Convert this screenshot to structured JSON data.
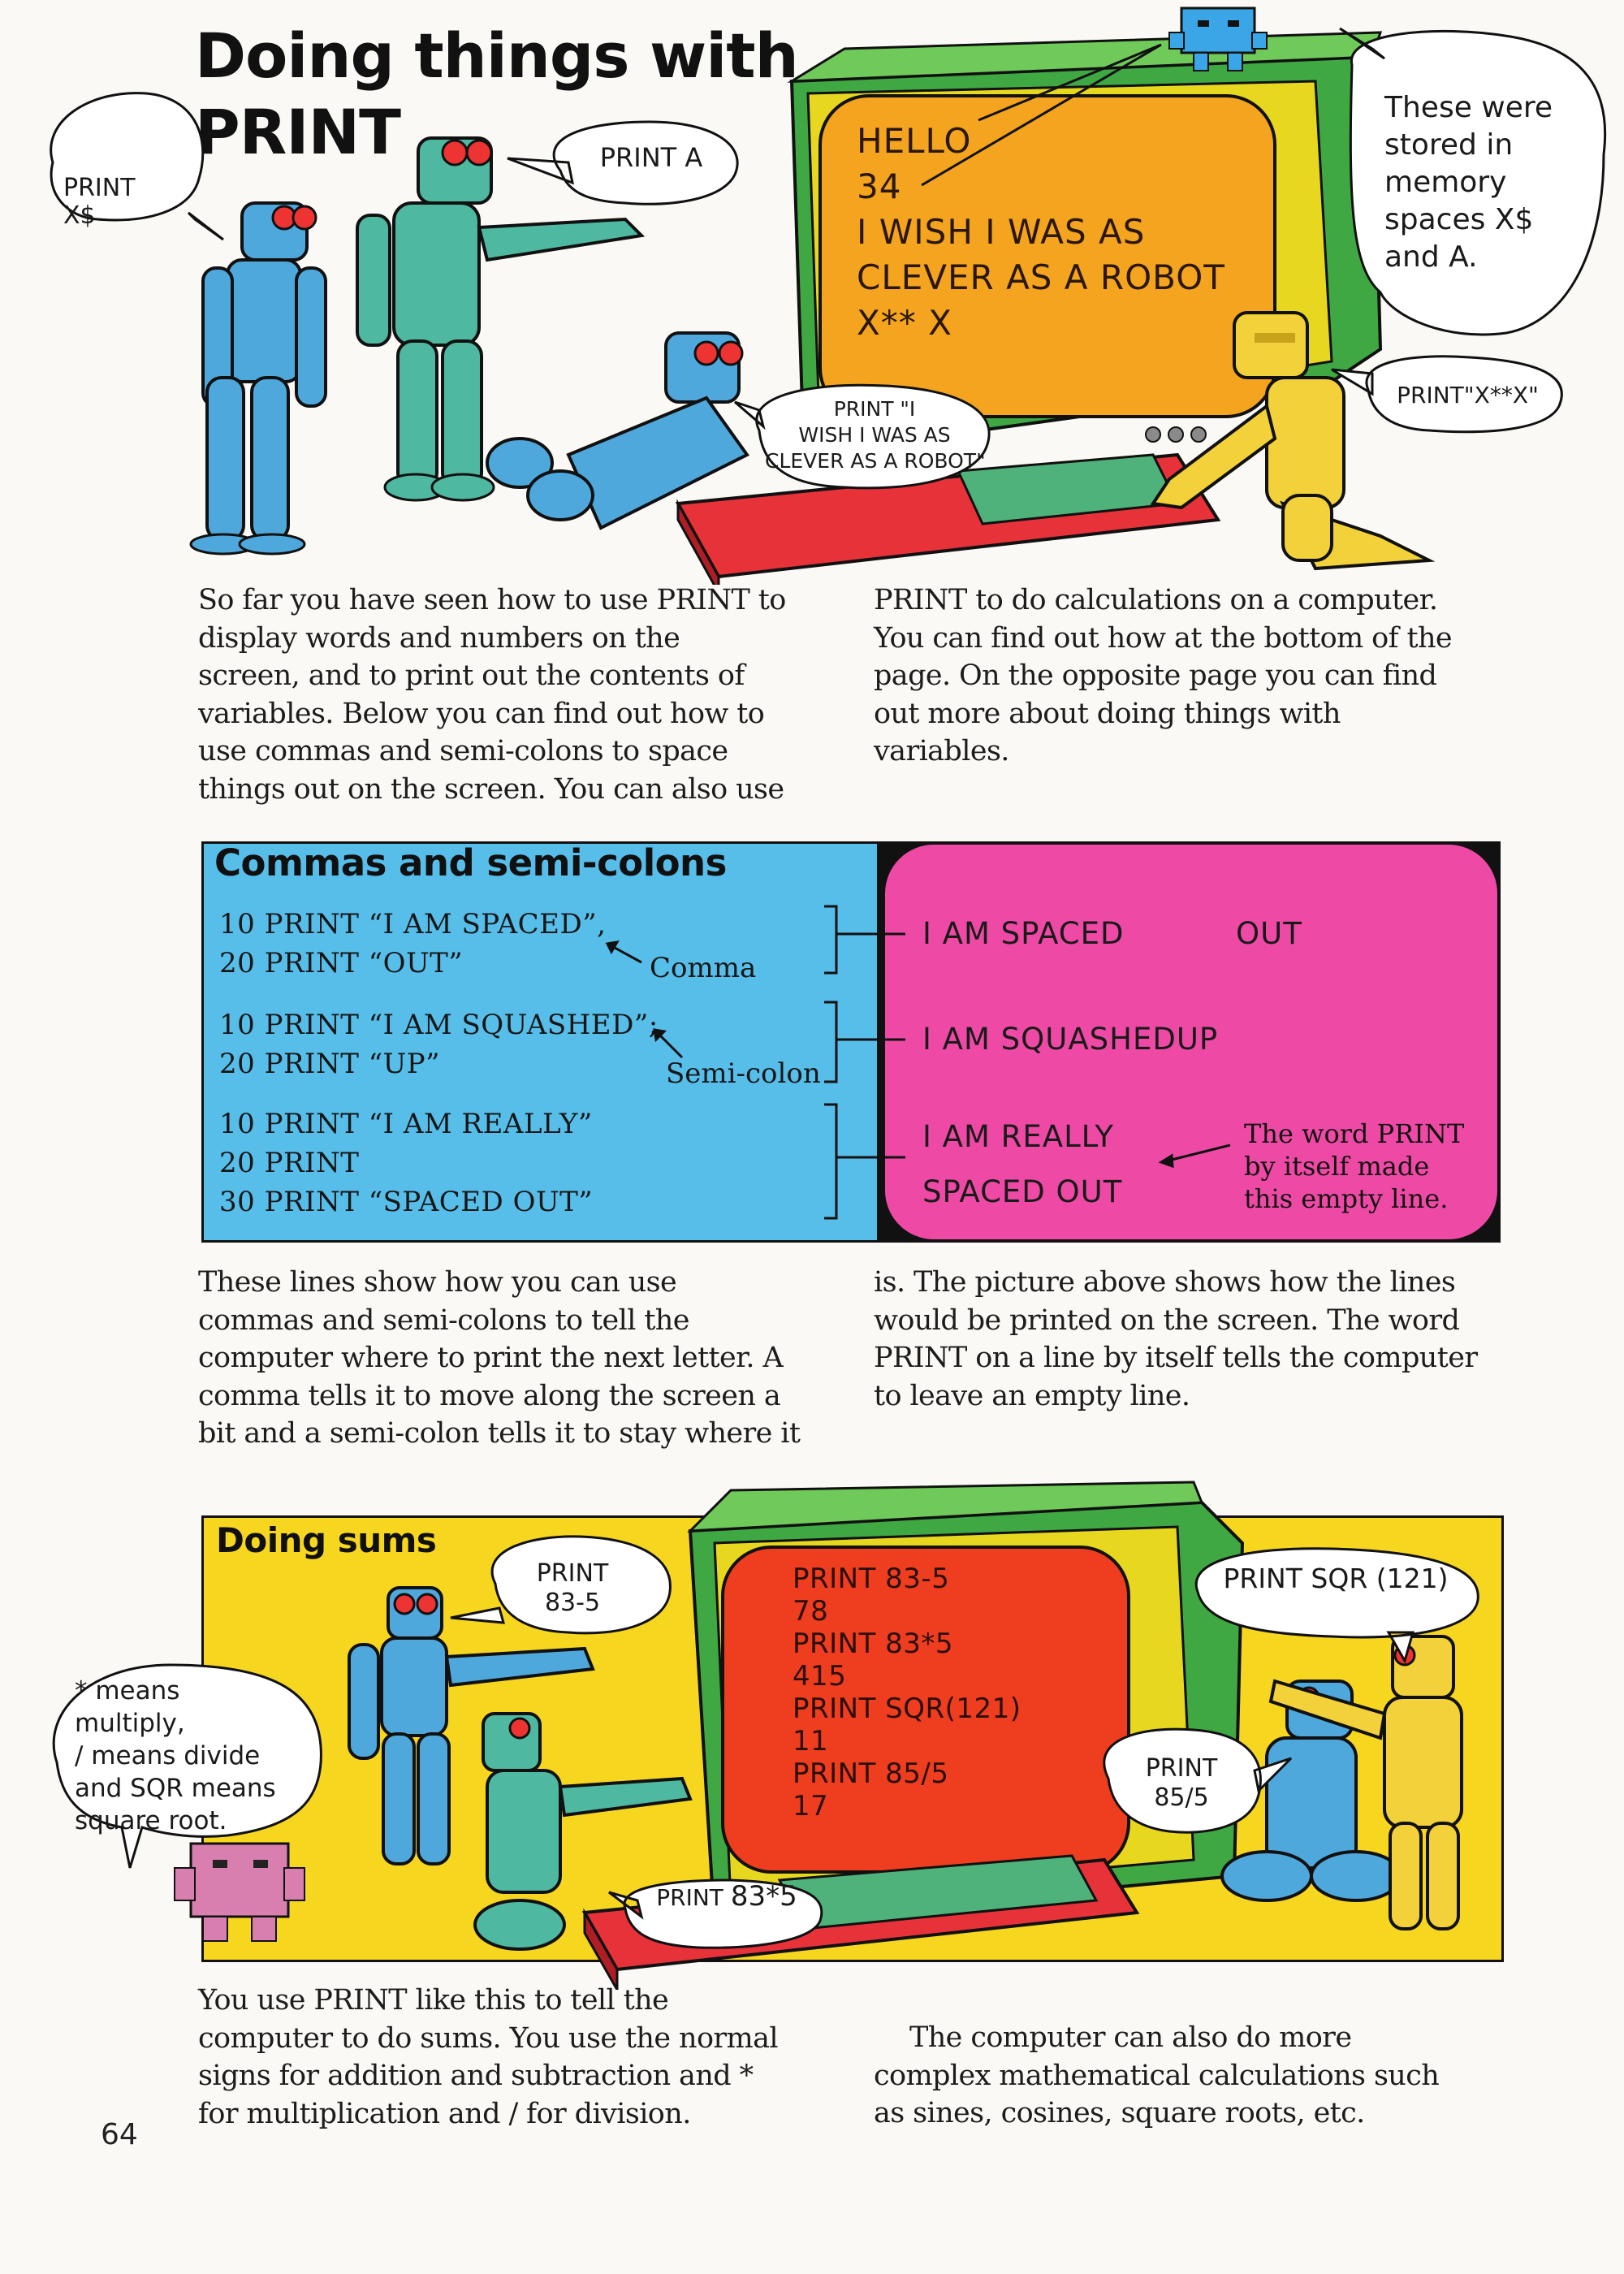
{
  "page": {
    "title_line1": "Doing things with",
    "title_line2": "PRINT",
    "page_number": "64"
  },
  "top_illustration": {
    "screen_lines": [
      "HELLO",
      "34",
      "I WISH I WAS AS",
      "CLEVER AS A ROBOT",
      "X** X"
    ],
    "bubble_print_xs": [
      "PRINT",
      "X$"
    ],
    "bubble_print_a": "PRINT A",
    "bubble_wish": [
      "PRINT \"I",
      "WISH I WAS AS",
      "CLEVER AS A ROBOT\""
    ],
    "bubble_print_x": "PRINT\"X**X\"",
    "bubble_stored": [
      "These were",
      "stored in",
      "memory",
      "spaces X$",
      "and A."
    ]
  },
  "intro": {
    "left_lines": [
      "So far you have seen how to use PRINT to",
      "display words and numbers on the",
      "screen, and to print out the contents of",
      "variables. Below you can find out how to",
      "use commas and semi-colons to space",
      "things out on the screen. You can also use"
    ],
    "right_lines": [
      "PRINT to do calculations on a computer.",
      "You can find out how at the bottom of the",
      "page. On the opposite page you can find",
      "out more about doing things with",
      "variables."
    ]
  },
  "commas": {
    "heading": "Commas and semi-colons",
    "group1": [
      "10 PRINT “I AM SPACED”,",
      "20 PRINT “OUT”"
    ],
    "group1_note": "Comma",
    "group2": [
      "10 PRINT “I AM SQUASHED”;",
      "20 PRINT “UP”"
    ],
    "group2_note": "Semi-colon",
    "group3": [
      "10 PRINT “I AM REALLY”",
      "20 PRINT",
      "30 PRINT “SPACED OUT”"
    ],
    "output1_a": "I AM SPACED",
    "output1_b": "OUT",
    "output2": "I AM SQUASHEDUP",
    "output3_a": "I AM REALLY",
    "output3_b": "SPACED OUT",
    "empty_line_note": [
      "The word PRINT",
      "by itself made",
      "this empty line."
    ]
  },
  "commas_text": {
    "left_lines": [
      "These lines show how you can use",
      "commas and semi-colons to tell the",
      "computer where to print the next letter. A",
      "comma tells it to move along the screen a",
      "bit and a semi-colon tells it to stay where it"
    ],
    "right_lines": [
      "is. The picture above shows how the lines",
      "would be printed on the screen. The word",
      "PRINT on a line by itself tells the computer",
      "to leave an empty line."
    ]
  },
  "sums": {
    "heading": "Doing sums",
    "screen_lines": [
      "PRINT  83-5",
      "78",
      "PRINT  83*5",
      "415",
      "PRINT  SQR(121)",
      "11",
      "PRINT  85/5",
      "17"
    ],
    "bubble_83_5": [
      "PRINT",
      "83-5"
    ],
    "bubble_sqr": "PRINT SQR (121)",
    "bubble_85_5": [
      "PRINT",
      "85/5"
    ],
    "bubble_83x5": [
      "PRINT",
      "83*5"
    ],
    "bubble_multiply": [
      "* means",
      "multiply,",
      "/ means divide",
      "and SQR means",
      "square root."
    ]
  },
  "sums_text": {
    "left_lines": [
      "You use PRINT like this to tell the",
      "computer to do sums. You use the normal",
      "signs for addition and subtraction and *",
      "for multiplication and / for division."
    ],
    "right_lines": [
      "The computer can also do more",
      "complex mathematical calculations such",
      "as sines, cosines, square roots, etc."
    ]
  },
  "colors": {
    "robot_blue": "#4fa8dc",
    "robot_green": "#4fb8a0",
    "robot_yellow": "#f2d13a",
    "monitor_green": "#3fa843",
    "screen_orange": "#f4a41e",
    "screen_red": "#ee3d1f",
    "keyboard_red": "#e8323a",
    "panel_blue": "#57bde9",
    "panel_pink": "#ee4aa5",
    "panel_yellow": "#f7d61f"
  }
}
